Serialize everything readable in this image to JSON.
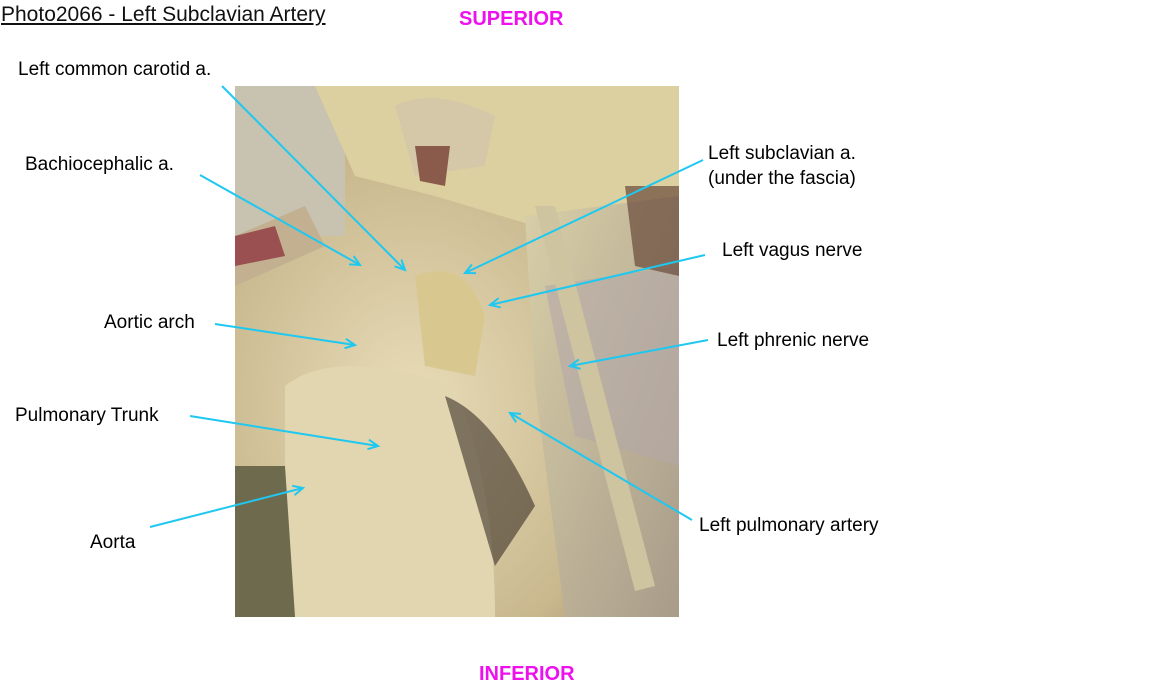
{
  "title": "Photo2066 - Left Subclavian Artery",
  "orientation": {
    "top": "SUPERIOR",
    "bottom": "INFERIOR"
  },
  "colors": {
    "arrow": "#1ec8f0",
    "orientation": "#ee11ee"
  },
  "labels": {
    "left_common_carotid": "Left common carotid a.",
    "brachiocephalic": "Bachiocephalic a.",
    "left_subclavian": "Left subclavian a.",
    "left_subclavian_note": "(under the fascia)",
    "left_vagus": "Left vagus nerve",
    "aortic_arch": "Aortic arch",
    "left_phrenic": "Left phrenic nerve",
    "pulmonary_trunk": "Pulmonary Trunk",
    "left_pulmonary_artery": "Left pulmonary artery",
    "aorta": "Aorta"
  }
}
